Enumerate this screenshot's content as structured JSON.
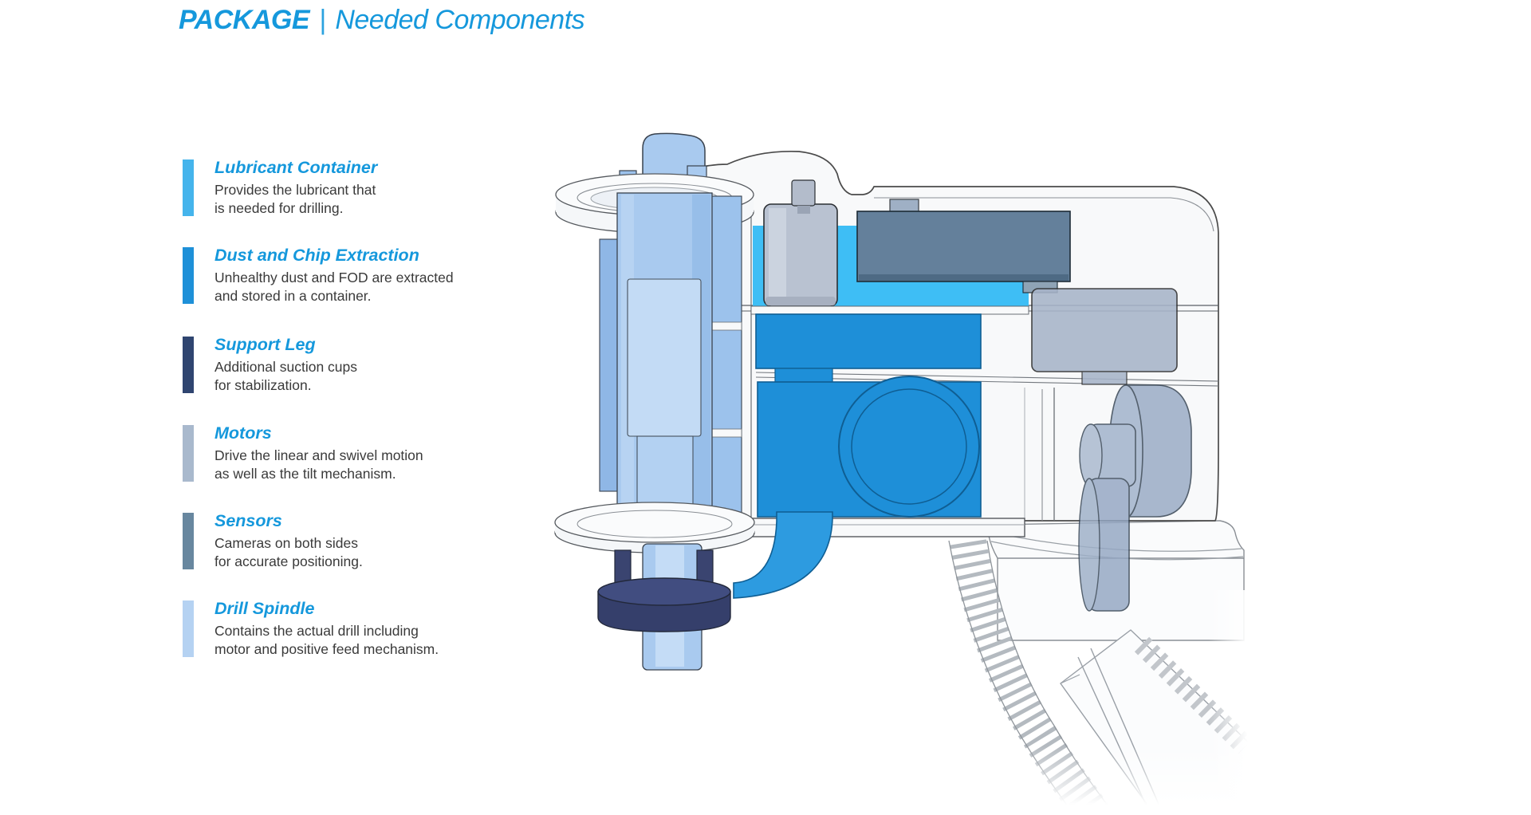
{
  "header": {
    "title_emphasis": "PACKAGE",
    "separator": "|",
    "title_rest": "Needed Components",
    "accent_color": "#1598DC"
  },
  "components": [
    {
      "title": "Lubricant Container",
      "desc_line1": "Provides the lubricant that",
      "desc_line2": "is needed for drilling.",
      "bar_color": "#45B4EC"
    },
    {
      "title": "Dust and Chip Extraction",
      "desc_line1": "Unhealthy dust and FOD are extracted",
      "desc_line2": "and stored in a container.",
      "bar_color": "#1E90D8"
    },
    {
      "title": "Support Leg",
      "desc_line1": "Additional suction cups",
      "desc_line2": "for stabilization.",
      "bar_color": "#2F4570"
    },
    {
      "title": "Motors",
      "desc_line1": "Drive the linear and swivel motion",
      "desc_line2": "as well as the tilt mechanism.",
      "bar_color": "#A9B9CD"
    },
    {
      "title": "Sensors",
      "desc_line1": "Cameras on both sides",
      "desc_line2": "for accurate positioning.",
      "bar_color": "#68879F"
    },
    {
      "title": "Drill Spindle",
      "desc_line1": "Contains the actual drill including",
      "desc_line2": "motor and positive feed mechanism.",
      "bar_color": "#B5D2F2"
    }
  ],
  "illustration": {
    "description": "cutaway drawing of drilling end-effector unit",
    "colors": {
      "light_blue": "#A9CAEF",
      "pale_blue": "#C3DBF5",
      "bright_blue": "#1E8FD8",
      "mid_blue": "#2D9BE0",
      "cyan": "#3EBEF5",
      "slate_box": "#64809B",
      "motor_gray": "#B9C2D1",
      "tilt_motor_gray": "#A7B4C9",
      "gear_gray": "#97A9C4",
      "navy": "#353F6B",
      "body_white": "#F8F9FA"
    }
  }
}
